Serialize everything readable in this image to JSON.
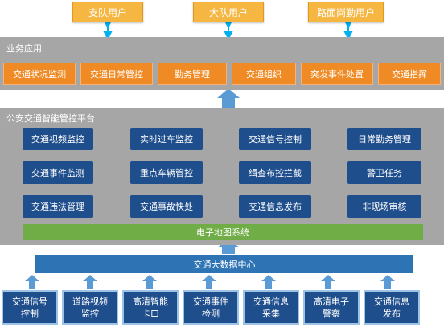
{
  "users": {
    "zhidui": "支队用户",
    "dadui": "大队用户",
    "lumian": "路面岗勤用户"
  },
  "business": {
    "label": "业务应用",
    "items": [
      "交通状况监测",
      "交通日常管控",
      "勤务管理",
      "交通组织",
      "突发事件处置",
      "交通指挥"
    ]
  },
  "platform": {
    "label": "公安交通智能管控平台",
    "modules": [
      "交通视频监控",
      "实时过车监控",
      "交通信号控制",
      "日常勤务管理",
      "交通事件监测",
      "重点车辆管控",
      "缉查布控拦截",
      "警卫任务",
      "交通违法管理",
      "交通事故快处",
      "交通信息发布",
      "非现场审核"
    ],
    "gis": "电子地图系统"
  },
  "bigdata": "交通大数据中心",
  "sources": [
    {
      "line1": "交通信号",
      "line2": "控制"
    },
    {
      "line1": "道路视频",
      "line2": "监控"
    },
    {
      "line1": "高清智能",
      "line2": "卡口"
    },
    {
      "line1": "交通事件",
      "line2": "检测"
    },
    {
      "line1": "交通信息",
      "line2": "采集"
    },
    {
      "line1": "高清电子",
      "line2": "警察"
    },
    {
      "line1": "交通信息",
      "line2": "发布"
    }
  ],
  "colors": {
    "user_box": "#f5b642",
    "app_box": "#f08a24",
    "module_box": "#1f4e8c",
    "gis_bar": "#70ad47",
    "bigdata_bar": "#2e74b5",
    "panel": "#a6a6a6",
    "arrow_cyan": "#00b0f0",
    "arrow_blue": "#5b9bd5"
  }
}
